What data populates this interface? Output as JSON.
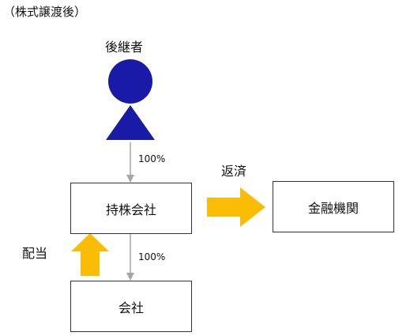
{
  "title": "（株式譲渡後）",
  "successor": {
    "label": "後継者"
  },
  "holding_company": {
    "label": "持株会社"
  },
  "financial_institution": {
    "label": "金融機関"
  },
  "company": {
    "label": "会社"
  },
  "links": {
    "successor_to_holding_pct": "100%",
    "holding_to_company_pct": "100%",
    "repayment_label": "返済",
    "dividend_label": "配当"
  },
  "colors": {
    "person": "#1a1aa8",
    "arrow_fill": "#fbbc05",
    "connector": "#a6a6a6",
    "box_border": "#333333"
  }
}
